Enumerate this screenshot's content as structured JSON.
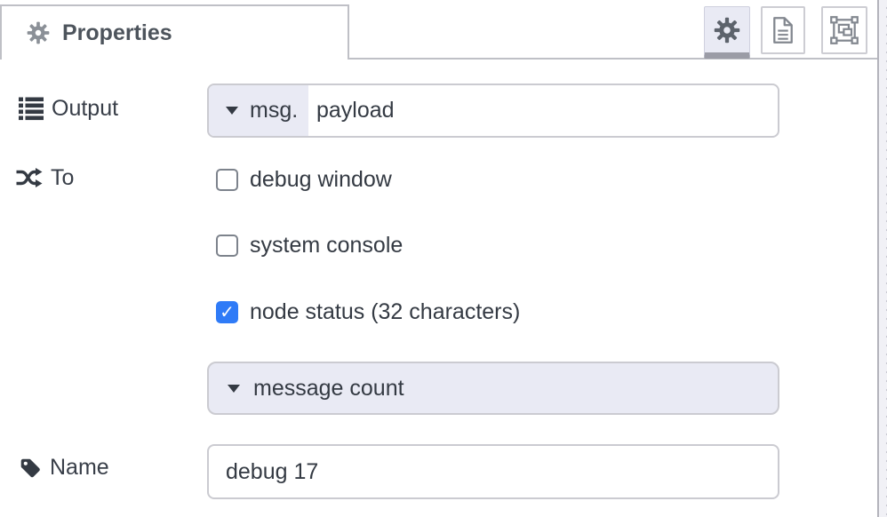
{
  "tab": {
    "title": "Properties"
  },
  "toolbar": {
    "buttons": [
      {
        "name": "node-properties",
        "icon": "gear-icon",
        "selected": true
      },
      {
        "name": "node-description",
        "icon": "document-icon",
        "selected": false
      },
      {
        "name": "node-appearance",
        "icon": "appearance-icon",
        "selected": false
      }
    ]
  },
  "form": {
    "output": {
      "label": "Output",
      "icon": "list-icon",
      "prefix": "msg.",
      "value": "payload"
    },
    "to": {
      "label": "To",
      "icon": "shuffle-icon",
      "checkboxes": [
        {
          "label": "debug window",
          "checked": false
        },
        {
          "label": "system console",
          "checked": false
        },
        {
          "label": "node status (32 characters)",
          "checked": true
        }
      ],
      "status_value": "message count"
    },
    "name": {
      "label": "Name",
      "icon": "tag-icon",
      "value": "debug 17"
    }
  },
  "colors": {
    "accent_lavender": "#e9eaf4",
    "checkbox_checked": "#2f7bf7",
    "border_gray": "#cbcbd1",
    "tab_border": "#bfc0c6",
    "text_dark": "#343a43"
  }
}
